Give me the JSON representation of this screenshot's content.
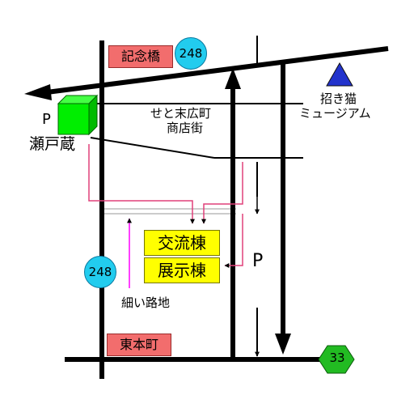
{
  "map": {
    "places": {
      "kinenbashi": "記念橋",
      "higashi_honmachi": "東本町",
      "koryu_to": "交流棟",
      "tenji_to": "展示棟",
      "seto_kura": "瀬戸蔵",
      "shotengai_line1": "せと末広町",
      "shotengai_line2": "商店街",
      "maneki_line1": "招き猫",
      "maneki_line2": "ミュージアム",
      "hosoi_roji": "細い路地"
    },
    "parking": {
      "seto_kura": "P",
      "right_road": "P"
    },
    "routes": {
      "top": "248",
      "left": "248",
      "hexagon": "33"
    },
    "colors": {
      "road": "#000000",
      "walkway": "#e0407a",
      "alley": "#ff00ff",
      "parking_cube": "#00ee00",
      "museum_marker": "#2233cc",
      "route_circle": "#22ccee",
      "route_hexagon": "#22bb22",
      "label_box_red": "#f26d6d",
      "label_box_yellow": "#ffff00"
    },
    "icons": {
      "parking_building": "green-cube-icon",
      "museum": "blue-triangle-icon",
      "route_marker": "circle-icon",
      "route_marker_hex": "hexagon-icon"
    }
  }
}
